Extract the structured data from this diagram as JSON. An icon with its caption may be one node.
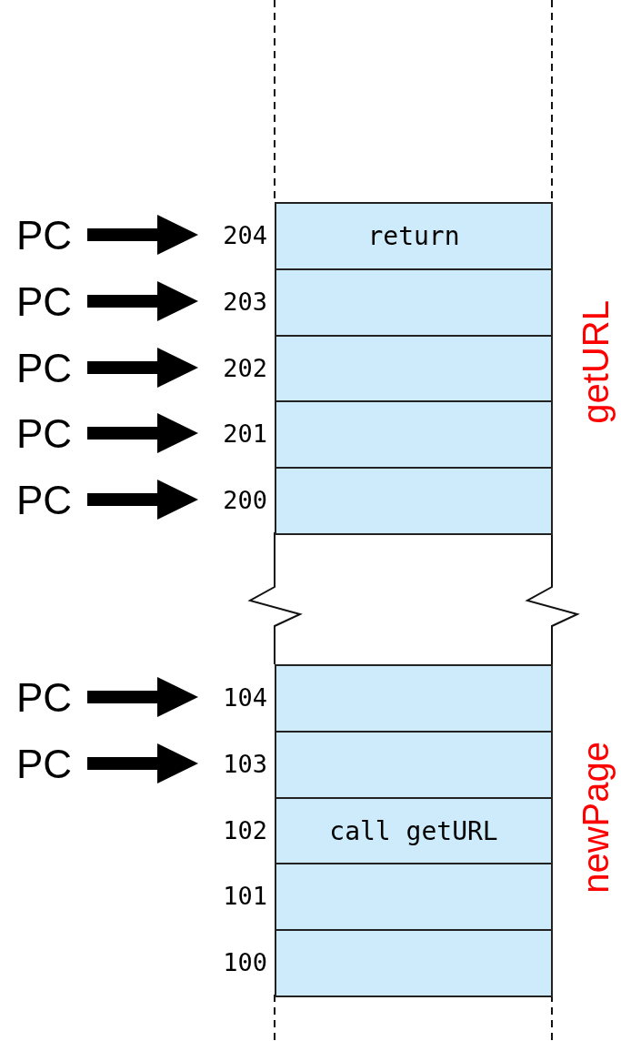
{
  "diagram": {
    "nodes": [
      {
        "text": [
          "PC"
        ]
      },
      {
        "text": [
          "204"
        ]
      },
      {
        "text": [
          "return"
        ]
      },
      {
        "text": [
          "PC"
        ]
      },
      {
        "text": [
          "203"
        ]
      },
      {
        "text": [],
        "shape": "box"
      },
      {
        "text": [
          "PC"
        ]
      },
      {
        "text": [
          "202"
        ]
      },
      {
        "text": [],
        "shape": "box"
      },
      {
        "text": [
          "PC"
        ]
      },
      {
        "text": [
          "201"
        ]
      },
      {
        "text": [],
        "shape": "box"
      },
      {
        "text": [
          "PC"
        ]
      },
      {
        "text": [
          "200"
        ]
      },
      {
        "text": [],
        "shape": "box"
      },
      {
        "text": [
          "PC"
        ]
      },
      {
        "text": [
          "104"
        ]
      },
      {
        "text": [],
        "shape": "box"
      },
      {
        "text": [
          "PC"
        ]
      },
      {
        "text": [
          "103"
        ]
      },
      {
        "text": [],
        "shape": "box"
      },
      {
        "text": [
          "102"
        ]
      },
      {
        "text": [
          "call getURL"
        ]
      },
      {
        "text": [
          "101"
        ]
      },
      {
        "text": [],
        "shape": "box"
      },
      {
        "text": [
          "100"
        ]
      },
      {
        "text": [],
        "shape": "box"
      }
    ],
    "edges": [
      {
        "from": 0,
        "to": 1,
        "arrow": "to"
      },
      {
        "from": 3,
        "to": 4,
        "arrow": "to"
      },
      {
        "from": 6,
        "to": 7,
        "arrow": "to"
      },
      {
        "from": 9,
        "to": 10,
        "arrow": "to"
      },
      {
        "from": 12,
        "to": 13,
        "arrow": "to"
      },
      {
        "from": 15,
        "to": 16,
        "arrow": "to"
      },
      {
        "from": 18,
        "to": 19,
        "arrow": "to"
      }
    ],
    "labels": [
      "getURL",
      "newPage"
    ]
  }
}
